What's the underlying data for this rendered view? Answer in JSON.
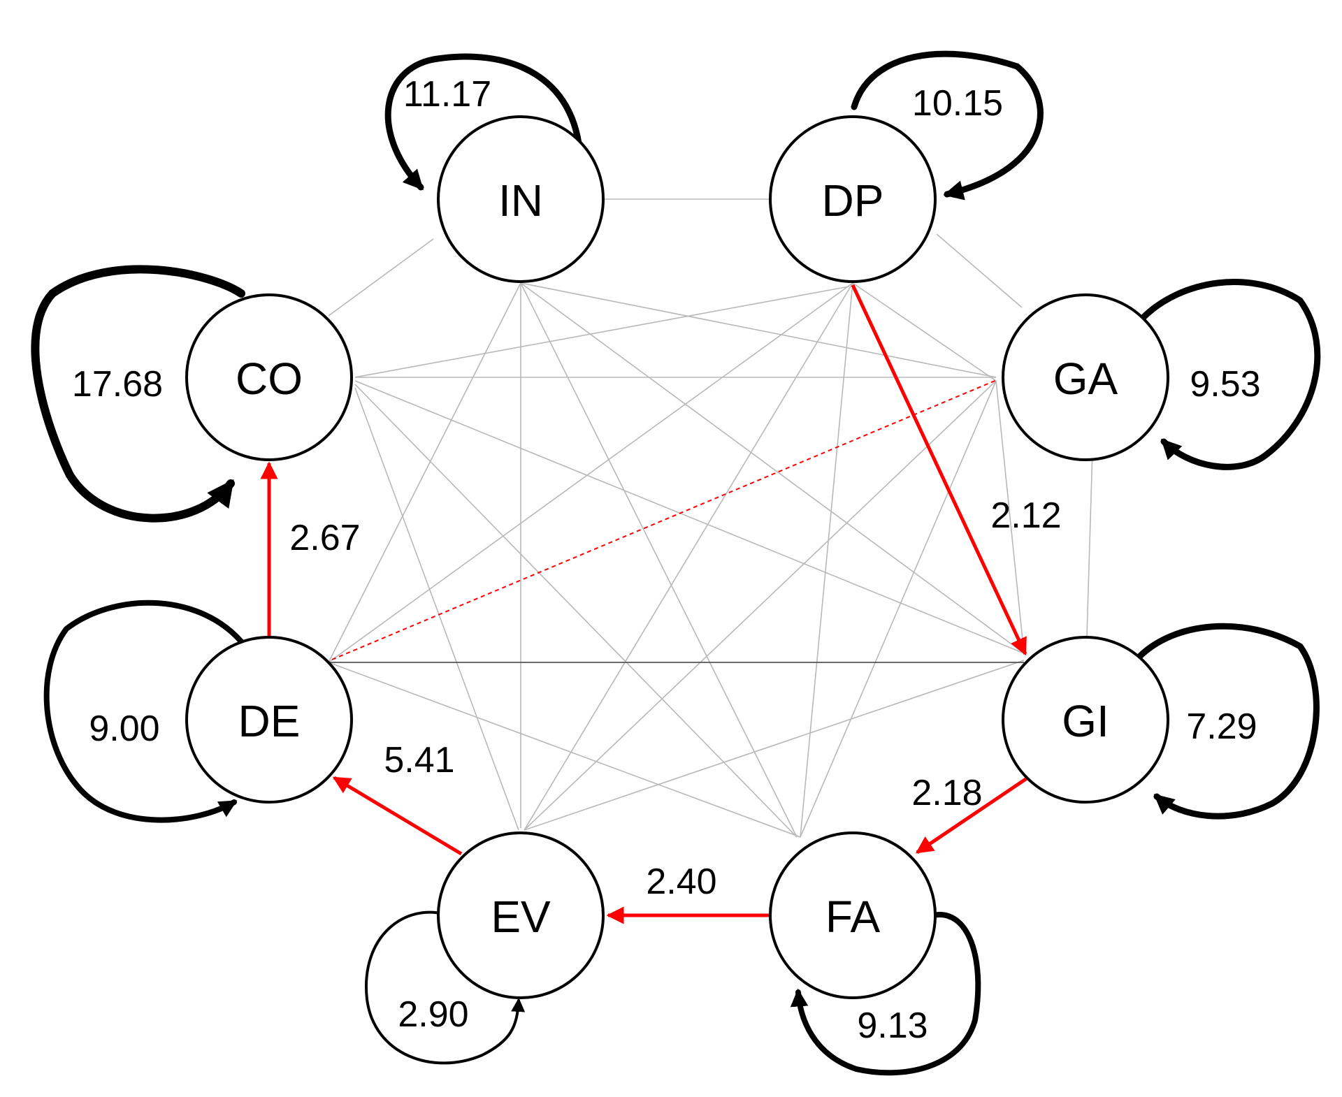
{
  "colors": {
    "node_stroke": "#000000",
    "background_edge": "#b8b8b8",
    "highlight_edge": "#ff0000"
  },
  "nodes": [
    {
      "id": "IN",
      "label": "IN",
      "self_loop": "11.17"
    },
    {
      "id": "DP",
      "label": "DP",
      "self_loop": "10.15"
    },
    {
      "id": "CO",
      "label": "CO",
      "self_loop": "17.68"
    },
    {
      "id": "GA",
      "label": "GA",
      "self_loop": "9.53"
    },
    {
      "id": "DE",
      "label": "DE",
      "self_loop": "9.00"
    },
    {
      "id": "GI",
      "label": "GI",
      "self_loop": "7.29"
    },
    {
      "id": "EV",
      "label": "EV",
      "self_loop": "2.90"
    },
    {
      "id": "FA",
      "label": "FA",
      "self_loop": "9.13"
    }
  ],
  "transitions": [
    {
      "from": "DE",
      "to": "CO",
      "value": "2.67"
    },
    {
      "from": "DP",
      "to": "GI",
      "value": "2.12"
    },
    {
      "from": "GI",
      "to": "FA",
      "value": "2.18"
    },
    {
      "from": "FA",
      "to": "EV",
      "value": "2.40"
    },
    {
      "from": "EV",
      "to": "DE",
      "value": "5.41"
    }
  ],
  "dashed_transitions": [
    {
      "from": "DE",
      "to": "GA"
    }
  ]
}
